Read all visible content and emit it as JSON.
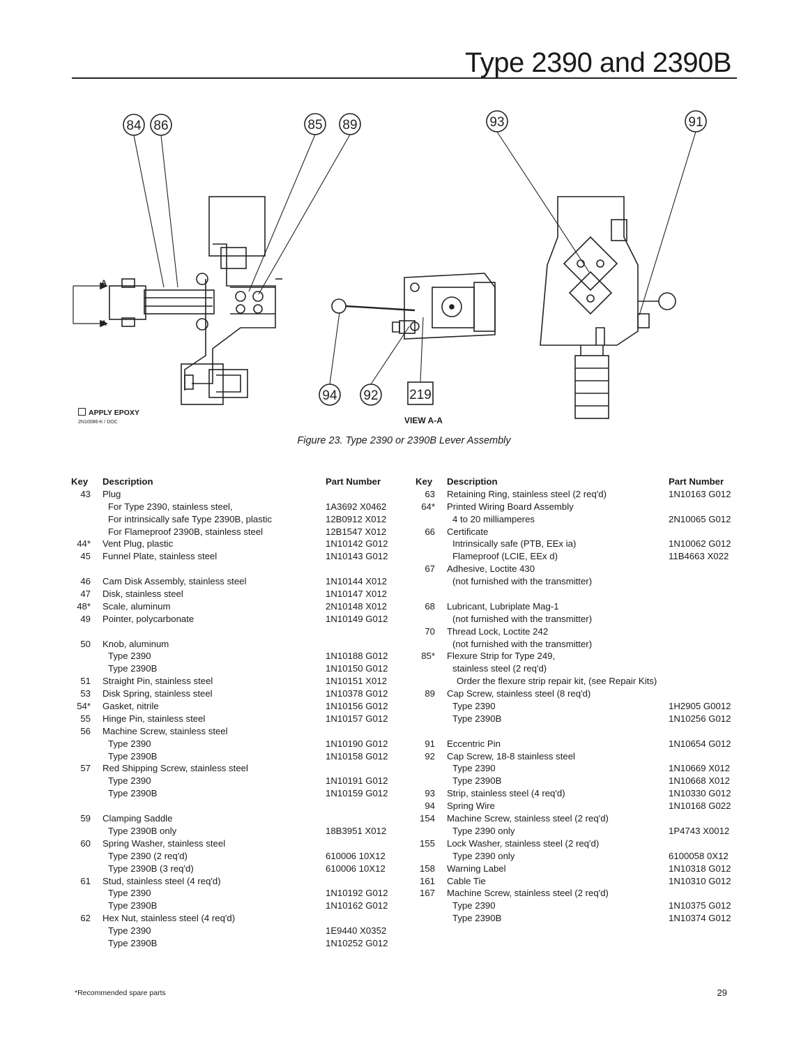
{
  "header": {
    "title": "Type 2390 and 2390B"
  },
  "figure": {
    "callouts": [
      "84",
      "86",
      "85",
      "89",
      "93",
      "91",
      "94",
      "92",
      "219"
    ],
    "section_letter": "A",
    "apply_epoxy": "APPLY EPOXY",
    "drawing_number": "2N10086-K / DOC",
    "view_label": "VIEW A-A",
    "caption": "Figure 23. Type 2390 or 2390B Lever Assembly"
  },
  "table": {
    "headers": {
      "key": "Key",
      "description": "Description",
      "part": "Part Number"
    },
    "left": [
      {
        "k": "43",
        "d": "Plug",
        "p": "",
        "i": 0
      },
      {
        "k": "",
        "d": "For Type 2390, stainless steel,",
        "p": "1A3692 X0462",
        "i": 1
      },
      {
        "k": "",
        "d": "For intrinsically safe Type 2390B, plastic",
        "p": "12B0912 X012",
        "i": 1
      },
      {
        "k": "",
        "d": "For Flameproof 2390B, stainless steel",
        "p": "12B1547 X012",
        "i": 1
      },
      {
        "k": "44*",
        "d": "Vent Plug, plastic",
        "p": "1N10142 G012",
        "i": 0
      },
      {
        "k": "45",
        "d": "Funnel Plate, stainless steel",
        "p": "1N10143 G012",
        "i": 0
      },
      {
        "gap": true
      },
      {
        "k": "46",
        "d": "Cam Disk Assembly, stainless steel",
        "p": "1N10144 X012",
        "i": 0
      },
      {
        "k": "47",
        "d": "Disk, stainless steel",
        "p": "1N10147 X012",
        "i": 0
      },
      {
        "k": "48*",
        "d": "Scale, aluminum",
        "p": "2N10148 X012",
        "i": 0
      },
      {
        "k": "49",
        "d": "Pointer, polycarbonate",
        "p": "1N10149 G012",
        "i": 0
      },
      {
        "gap": true
      },
      {
        "k": "50",
        "d": "Knob, aluminum",
        "p": "",
        "i": 0
      },
      {
        "k": "",
        "d": "Type 2390",
        "p": "1N10188 G012",
        "i": 1
      },
      {
        "k": "",
        "d": "Type 2390B",
        "p": "1N10150 G012",
        "i": 1
      },
      {
        "k": "51",
        "d": "Straight Pin, stainless steel",
        "p": "1N10151 X012",
        "i": 0
      },
      {
        "k": "53",
        "d": "Disk Spring, stainless steel",
        "p": "1N10378 G012",
        "i": 0
      },
      {
        "k": "54*",
        "d": "Gasket, nitrile",
        "p": "1N10156 G012",
        "i": 0
      },
      {
        "k": "55",
        "d": "Hinge Pin, stainless steel",
        "p": "1N10157 G012",
        "i": 0
      },
      {
        "k": "56",
        "d": "Machine Screw, stainless steel",
        "p": "",
        "i": 0
      },
      {
        "k": "",
        "d": "Type 2390",
        "p": "1N10190 G012",
        "i": 1
      },
      {
        "k": "",
        "d": "Type 2390B",
        "p": "1N10158 G012",
        "i": 1
      },
      {
        "k": "57",
        "d": "Red Shipping Screw, stainless steel",
        "p": "",
        "i": 0
      },
      {
        "k": "",
        "d": "Type 2390",
        "p": "1N10191 G012",
        "i": 1
      },
      {
        "k": "",
        "d": "Type 2390B",
        "p": "1N10159 G012",
        "i": 1
      },
      {
        "gap": true
      },
      {
        "k": "59",
        "d": "Clamping Saddle",
        "p": "",
        "i": 0
      },
      {
        "k": "",
        "d": "Type 2390B only",
        "p": "18B3951 X012",
        "i": 1
      },
      {
        "k": "60",
        "d": "Spring Washer, stainless steel",
        "p": "",
        "i": 0
      },
      {
        "k": "",
        "d": "Type 2390 (2 req'd)",
        "p": "610006 10X12",
        "i": 1
      },
      {
        "k": "",
        "d": "Type 2390B (3 req'd)",
        "p": "610006 10X12",
        "i": 1
      },
      {
        "k": "61",
        "d": "Stud, stainless steel (4 req'd)",
        "p": "",
        "i": 0
      },
      {
        "k": "",
        "d": "Type 2390",
        "p": "1N10192 G012",
        "i": 1
      },
      {
        "k": "",
        "d": "Type 2390B",
        "p": "1N10162 G012",
        "i": 1
      },
      {
        "k": "62",
        "d": "Hex Nut, stainless steel (4 req'd)",
        "p": "",
        "i": 0
      },
      {
        "k": "",
        "d": "Type 2390",
        "p": "1E9440 X0352",
        "i": 1
      },
      {
        "k": "",
        "d": "Type 2390B",
        "p": "1N10252 G012",
        "i": 1
      }
    ],
    "right": [
      {
        "k": "63",
        "d": "Retaining Ring, stainless steel (2 req'd)",
        "p": "1N10163 G012",
        "i": 0
      },
      {
        "k": "64*",
        "d": "Printed Wiring Board Assembly",
        "p": "",
        "i": 0
      },
      {
        "k": "",
        "d": "4 to 20 milliamperes",
        "p": "2N10065 G012",
        "i": 1
      },
      {
        "k": "66",
        "d": "Certificate",
        "p": "",
        "i": 0
      },
      {
        "k": "",
        "d": "Intrinsically safe (PTB, EEx ia)",
        "p": "1N10062 G012",
        "i": 1
      },
      {
        "k": "",
        "d": "Flameproof (LCIE, EEx d)",
        "p": "11B4663 X022",
        "i": 1
      },
      {
        "k": "67",
        "d": "Adhesive, Loctite 430",
        "p": "",
        "i": 0
      },
      {
        "k": "",
        "d": "(not furnished with the transmitter)",
        "p": "",
        "i": 1
      },
      {
        "gap": true
      },
      {
        "k": "68",
        "d": "Lubricant, Lubriplate Mag-1",
        "p": "",
        "i": 0
      },
      {
        "k": "",
        "d": "(not furnished with the transmitter)",
        "p": "",
        "i": 1
      },
      {
        "k": "70",
        "d": "Thread Lock, Loctite 242",
        "p": "",
        "i": 0
      },
      {
        "k": "",
        "d": "(not furnished with the transmitter)",
        "p": "",
        "i": 1
      },
      {
        "k": "85*",
        "d": "Flexure Strip for Type 249,",
        "p": "",
        "i": 0
      },
      {
        "k": "",
        "d": "stainless steel (2 req'd)",
        "p": "",
        "i": 1
      },
      {
        "k": "",
        "d": "Order the flexure strip repair kit, (see Repair Kits)",
        "p": "",
        "i": 2
      },
      {
        "k": "89",
        "d": "Cap Screw, stainless steel (8 req'd)",
        "p": "",
        "i": 0
      },
      {
        "k": "",
        "d": "Type 2390",
        "p": "1H2905 G0012",
        "i": 1
      },
      {
        "k": "",
        "d": "Type 2390B",
        "p": "1N10256 G012",
        "i": 1
      },
      {
        "gap": true
      },
      {
        "k": "91",
        "d": "Eccentric Pin",
        "p": "1N10654 G012",
        "i": 0
      },
      {
        "k": "92",
        "d": "Cap Screw, 18-8 stainless steel",
        "p": "",
        "i": 0
      },
      {
        "k": "",
        "d": "Type 2390",
        "p": "1N10669 X012",
        "i": 1
      },
      {
        "k": "",
        "d": "Type 2390B",
        "p": "1N10668 X012",
        "i": 1
      },
      {
        "k": "93",
        "d": "Strip, stainless steel (4 req'd)",
        "p": "1N10330 G012",
        "i": 0
      },
      {
        "k": "94",
        "d": "Spring Wire",
        "p": "1N10168 G022",
        "i": 0
      },
      {
        "k": "154",
        "d": "Machine Screw, stainless steel (2 req'd)",
        "p": "",
        "i": 0
      },
      {
        "k": "",
        "d": "Type 2390 only",
        "p": "1P4743 X0012",
        "i": 1
      },
      {
        "k": "155",
        "d": "Lock Washer, stainless steel (2 req'd)",
        "p": "",
        "i": 0
      },
      {
        "k": "",
        "d": "Type 2390 only",
        "p": "6100058 0X12",
        "i": 1
      },
      {
        "k": "158",
        "d": "Warning Label",
        "p": "1N10318 G012",
        "i": 0
      },
      {
        "k": "161",
        "d": "Cable Tie",
        "p": "1N10310 G012",
        "i": 0
      },
      {
        "k": "167",
        "d": "Machine Screw, stainless steel (2 req'd)",
        "p": "",
        "i": 0
      },
      {
        "k": "",
        "d": "Type 2390",
        "p": "1N10375 G012",
        "i": 1
      },
      {
        "k": "",
        "d": "Type 2390B",
        "p": "1N10374 G012",
        "i": 1
      }
    ]
  },
  "footer": {
    "footnote": "*Recommended spare parts",
    "page_number": "29"
  }
}
